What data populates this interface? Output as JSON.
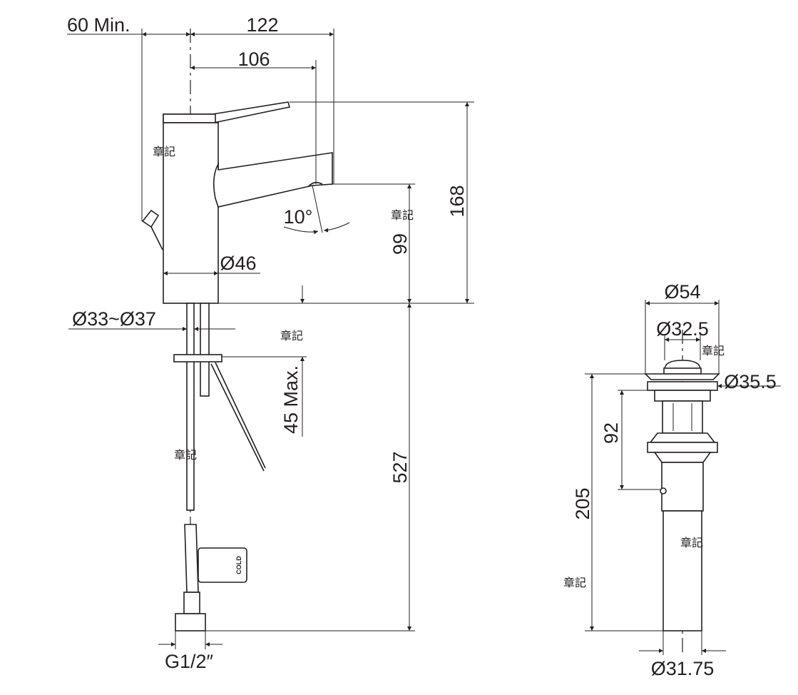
{
  "faucet": {
    "dims": {
      "min_clearance": "60 Min.",
      "overall_depth": "122",
      "spout_reach": "106",
      "overall_height": "168",
      "spout_height": "99",
      "spout_angle": "10°",
      "body_diameter": "Ø46",
      "hole_diameter": "Ø33~Ø37",
      "max_deck": "45 Max.",
      "hose_length": "527",
      "connection": "G1/2″"
    },
    "hose_label": "COLD"
  },
  "drain": {
    "dims": {
      "flange_diameter": "Ø54",
      "cap_diameter": "Ø32.5",
      "ring_diameter": "Ø35.5",
      "overflow_height": "92",
      "overall_height": "205",
      "tail_diameter": "Ø31.75"
    }
  },
  "stamp_text": "章記"
}
